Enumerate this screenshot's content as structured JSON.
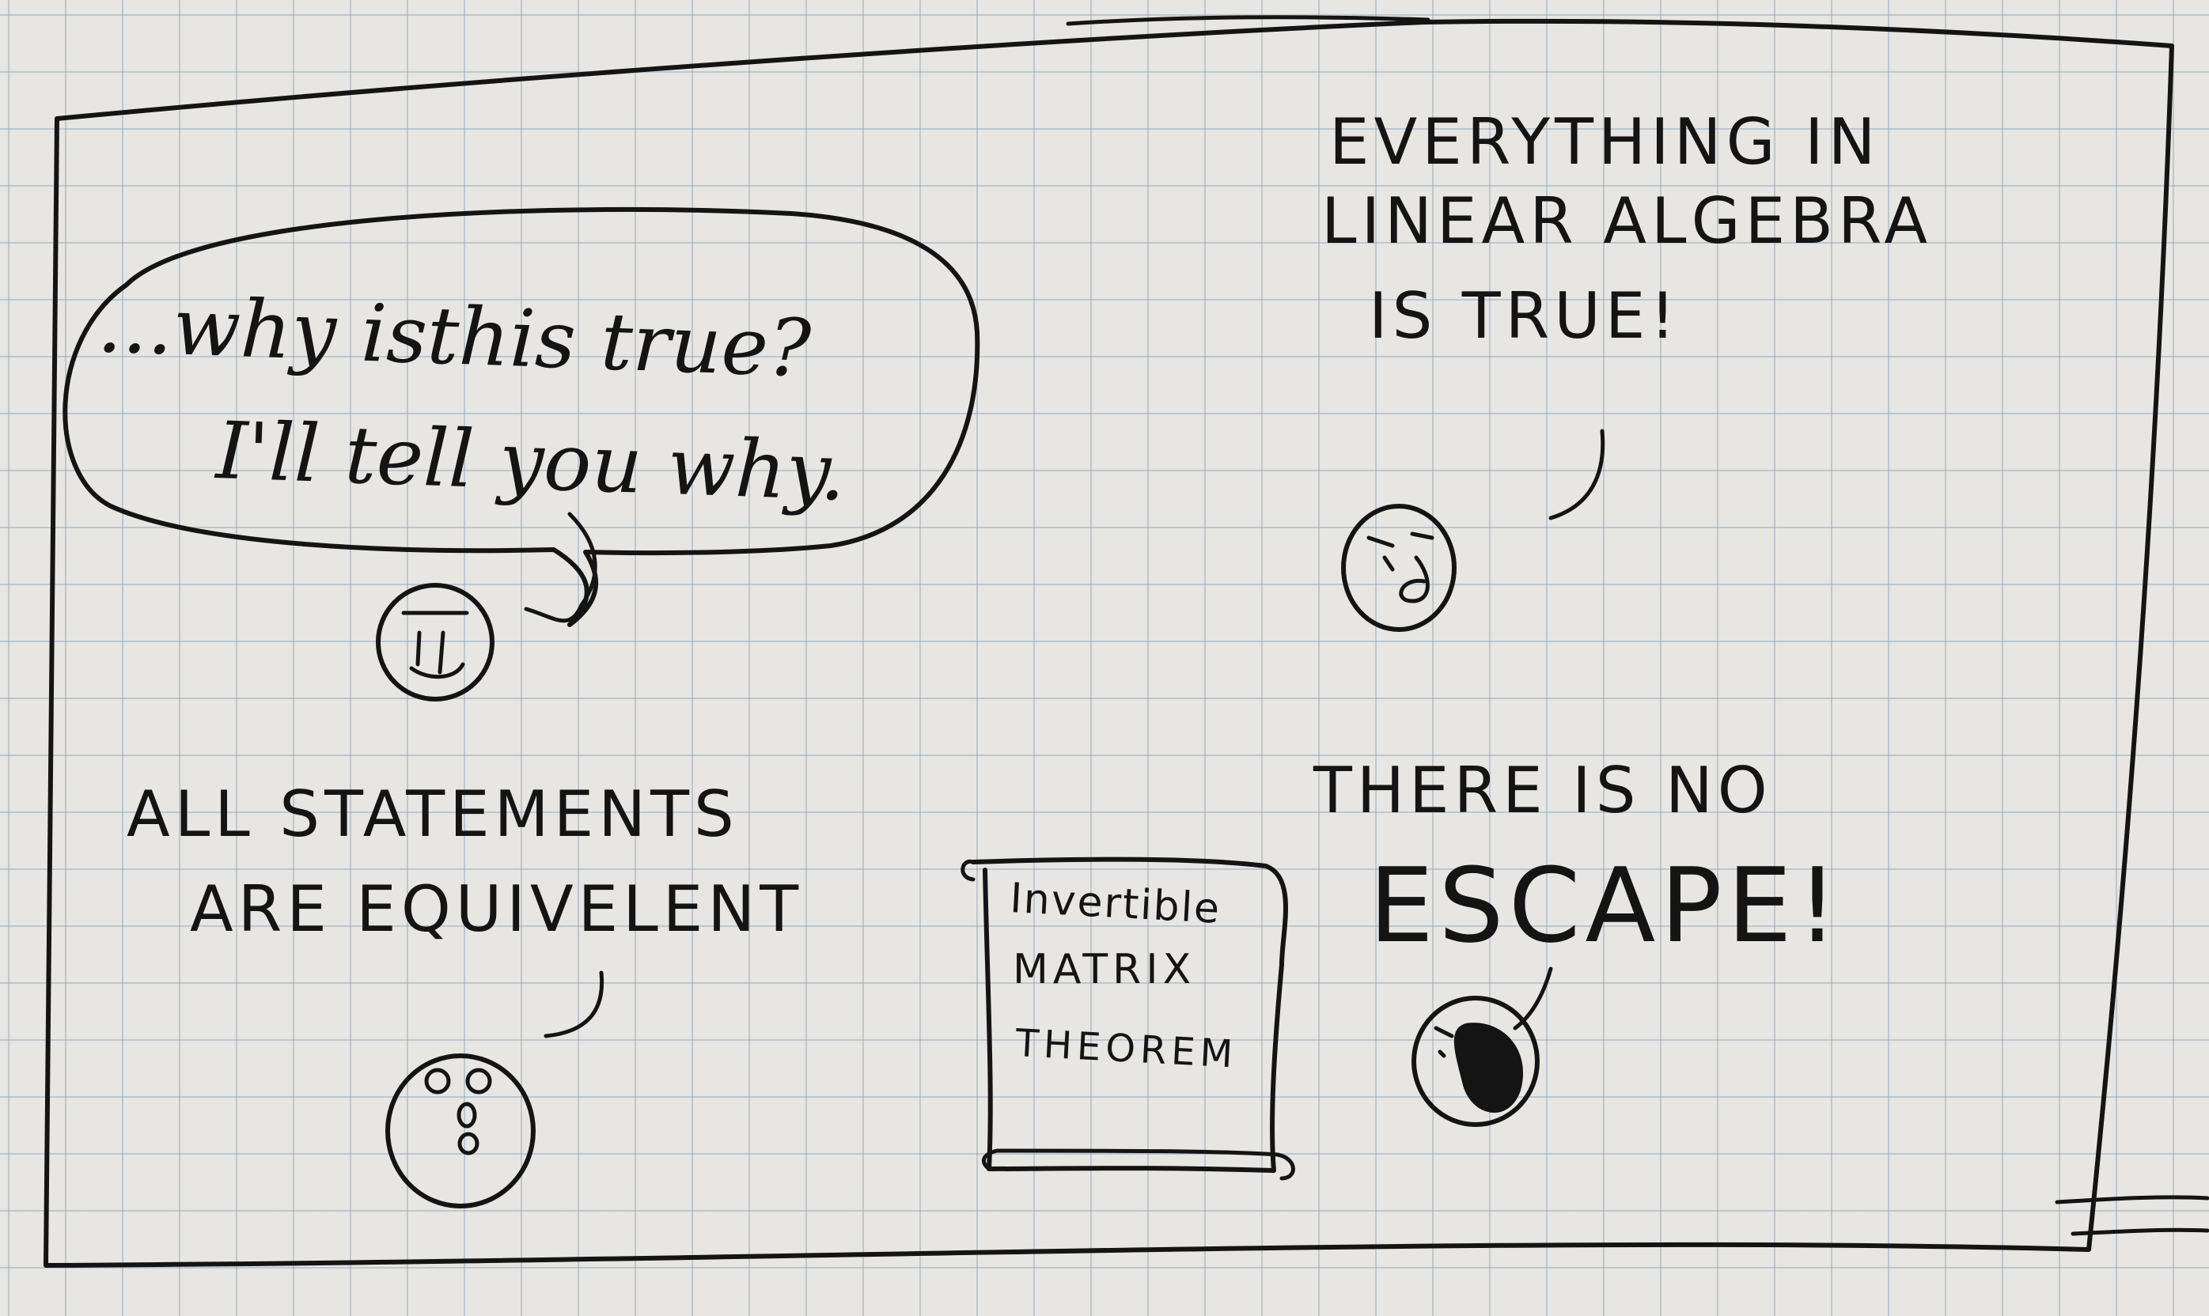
{
  "panel_1": {
    "speech_line_1": "...why isthis true?",
    "speech_line_2": "I'll tell you why."
  },
  "panel_2": {
    "line_1": "EVERYTHING IN",
    "line_2": "LINEAR ALGEBRA",
    "line_3": "IS TRUE!"
  },
  "panel_3": {
    "line_1": "ALL STATEMENTS",
    "line_2": "ARE EQUIVELENT"
  },
  "panel_4": {
    "scroll_line_1": "Invertible",
    "scroll_line_2": "MATRIX",
    "scroll_line_3": "THEOREM"
  },
  "panel_5": {
    "line_1": "THERE IS NO",
    "line_2": "ESCAPE!"
  },
  "colors": {
    "ink": "#141414",
    "paper": "#e7e6e3",
    "grid": "#7896af"
  }
}
